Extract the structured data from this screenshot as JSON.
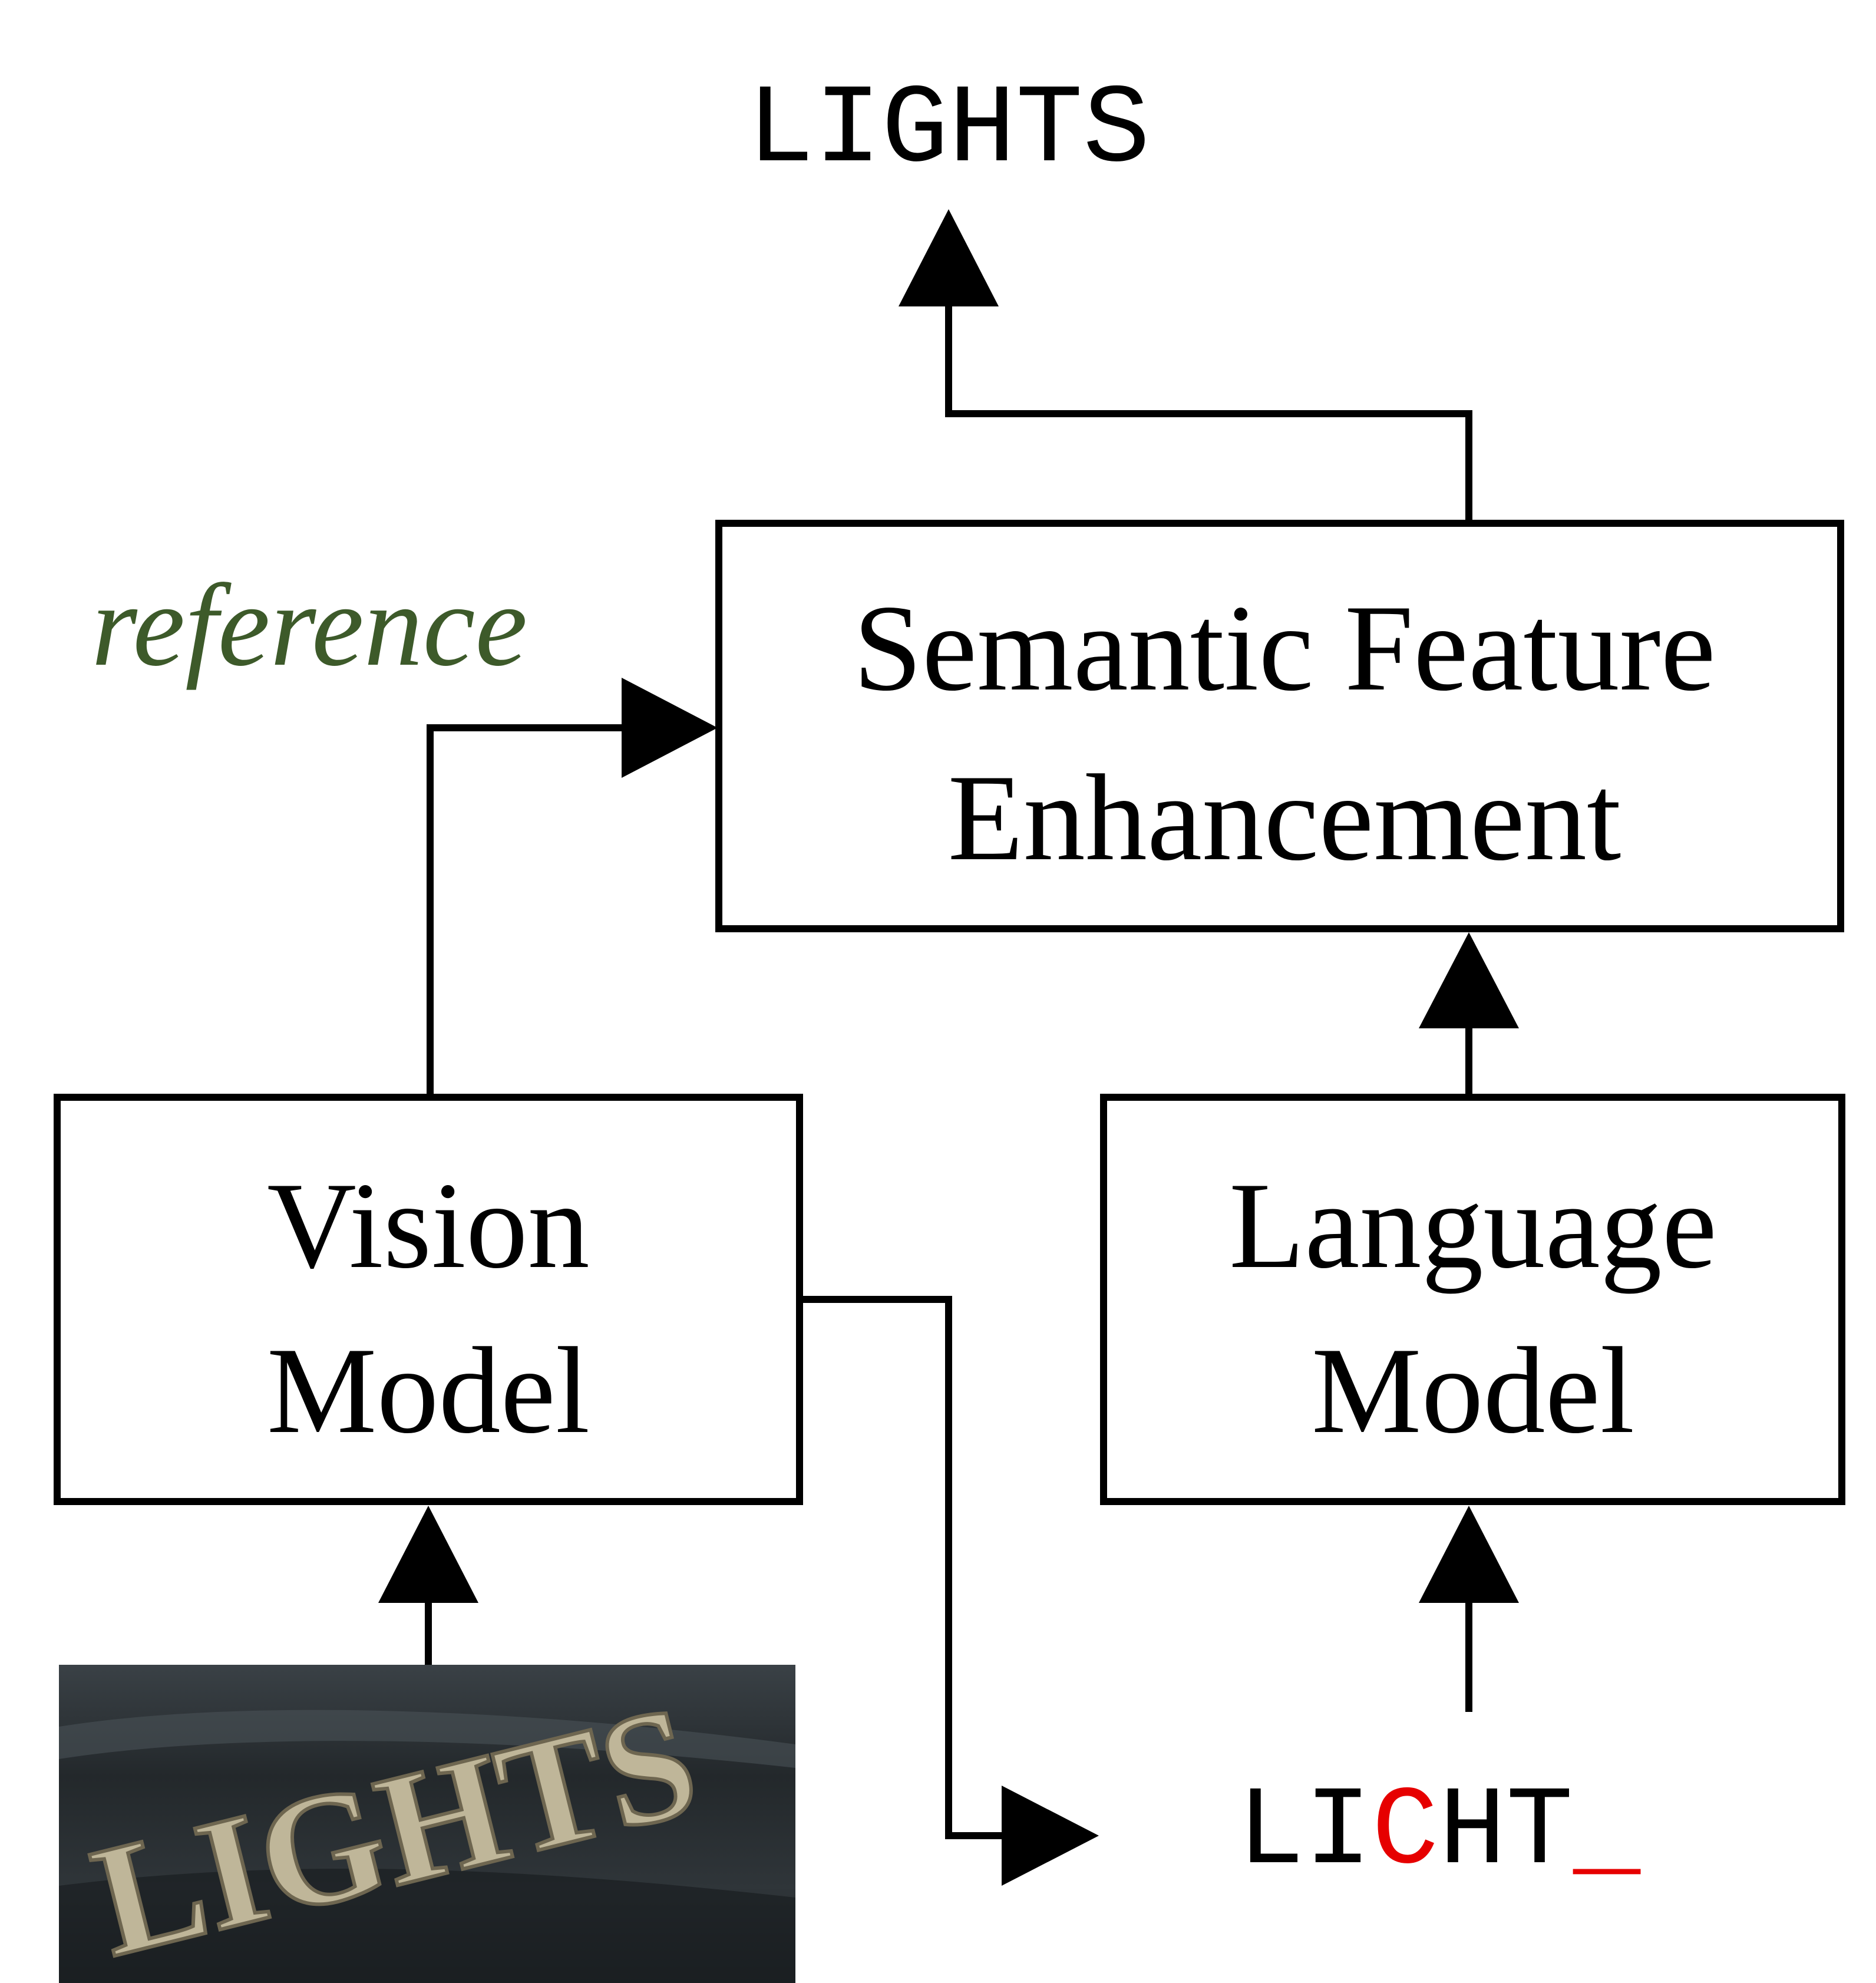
{
  "top_output": "LIGHTS",
  "reference_label": "reference",
  "boxes": {
    "semantic": {
      "line1": "Semantic Feature",
      "line2": "Enhancement"
    },
    "vision": {
      "line1": "Vision",
      "line2": "Model"
    },
    "language": {
      "line1": "Language",
      "line2": "Model"
    }
  },
  "lm_output": {
    "part1": "LI",
    "wrong_char": "C",
    "part2": "HT",
    "missing_char": "_"
  },
  "input_image_text": "LIGHTS",
  "colors": {
    "reference": "#3d5a2a",
    "error": "#e60000",
    "image_dark": "#2b3034",
    "image_letters": "#bfb699"
  }
}
